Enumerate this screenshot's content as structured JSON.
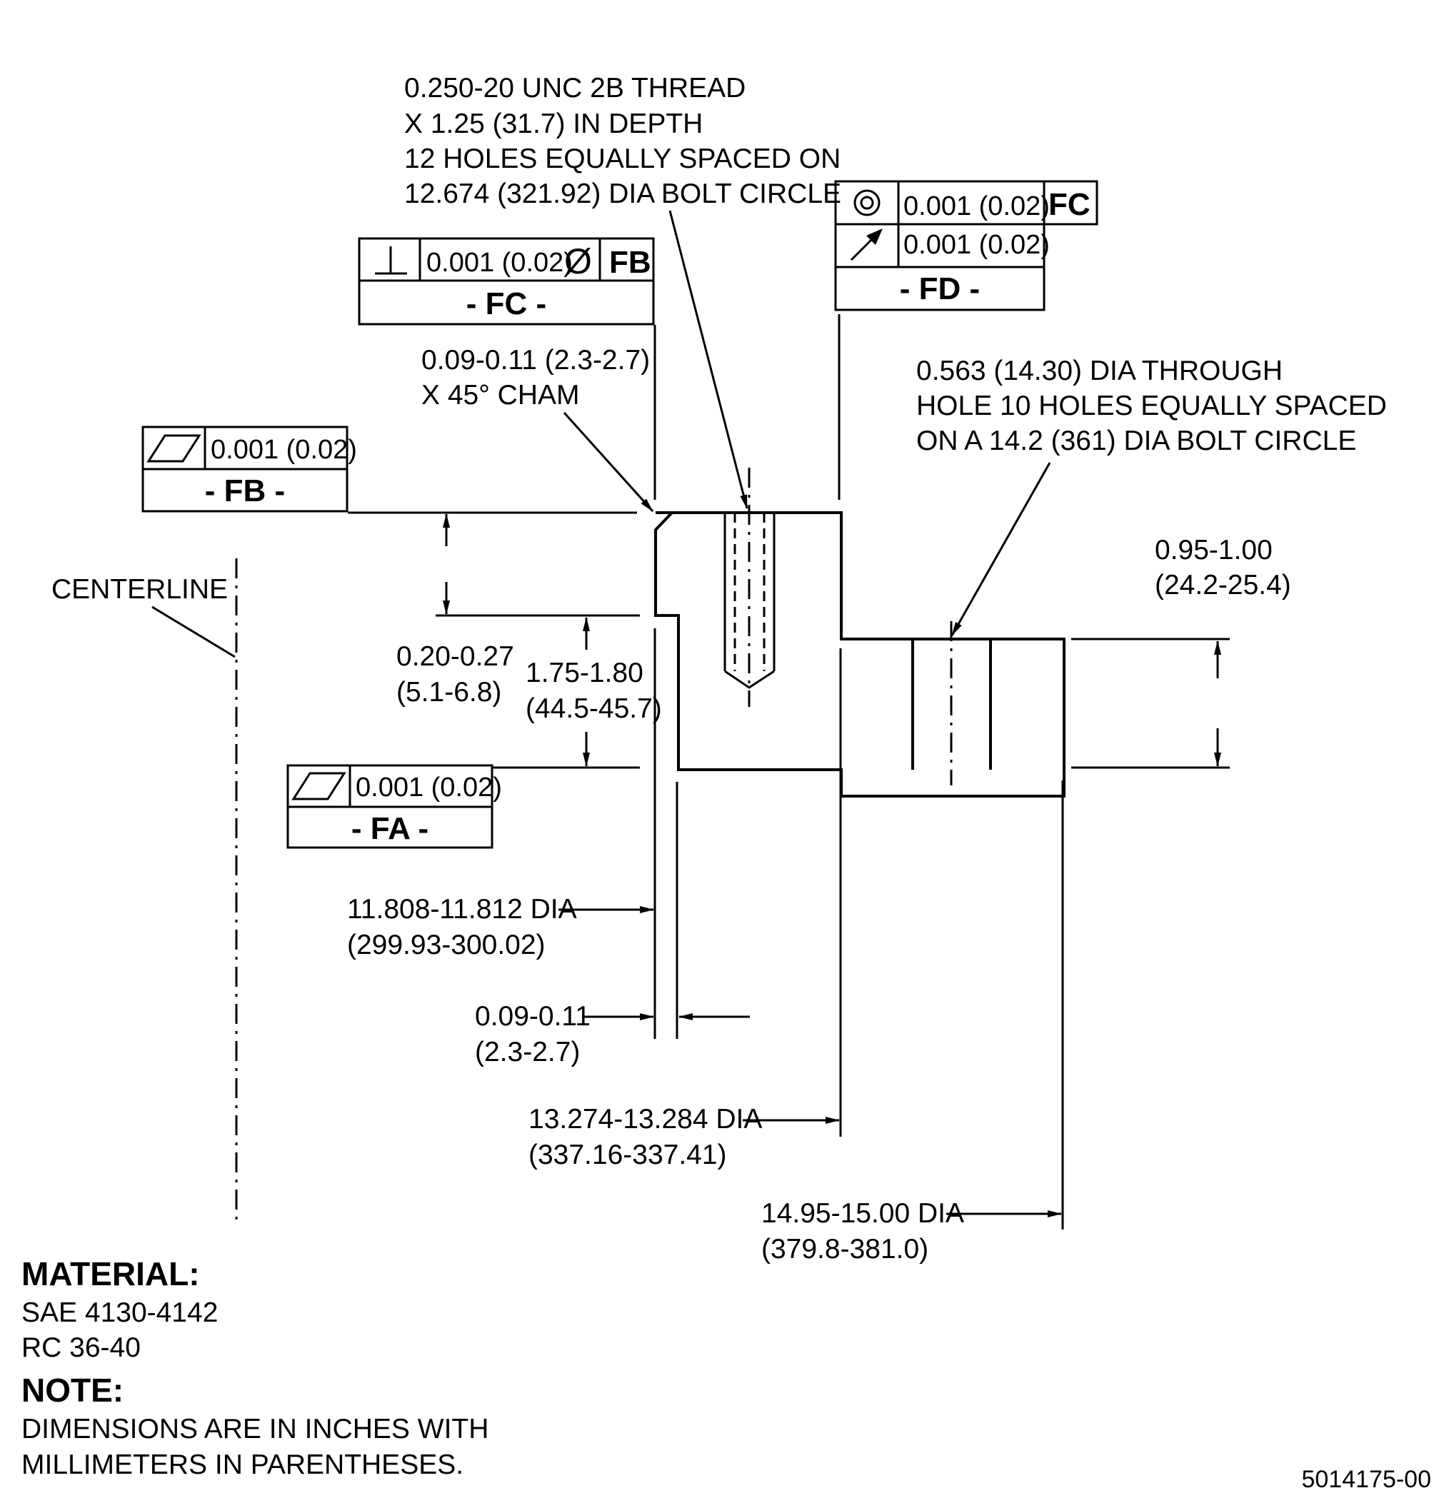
{
  "callouts": {
    "thread": [
      "0.250-20 UNC 2B THREAD",
      "X 1.25 (31.7) IN DEPTH",
      "12 HOLES EQUALLY SPACED ON",
      "12.674 (321.92) DIA BOLT CIRCLE"
    ],
    "chamfer": [
      "0.09-0.11 (2.3-2.7)",
      "X 45° CHAM"
    ],
    "through_hole": [
      "0.563 (14.30) DIA THROUGH",
      "HOLE 10 HOLES EQUALLY SPACED",
      "ON A 14.2 (361) DIA BOLT CIRCLE"
    ],
    "centerline": "CENTERLINE"
  },
  "feature_control_frames": {
    "fc": {
      "symbol": "perpendicularity-icon",
      "tolerance": "0.001 (0.02)",
      "modifier": "Ø",
      "datum_ref": "FB",
      "datum_label": "- FC -"
    },
    "fd": {
      "row1_symbol": "concentricity-icon",
      "row1_tolerance": "0.001 (0.02)",
      "row1_datum": "FC",
      "row2_symbol": "runout-icon",
      "row2_tolerance": "0.001 (0.02)",
      "datum_label": "- FD -"
    },
    "fb": {
      "symbol": "flatness-icon",
      "tolerance": "0.001 (0.02)",
      "datum_label": "- FB -"
    },
    "fa": {
      "symbol": "flatness-icon",
      "tolerance": "0.001 (0.02)",
      "datum_label": "- FA -"
    }
  },
  "dimensions": {
    "step_height": [
      "0.20-0.27",
      "(5.1-6.8)"
    ],
    "hub_height": [
      "1.75-1.80",
      "(44.5-45.7)"
    ],
    "flange_thickness": [
      "0.95-1.00",
      "(24.2-25.4)"
    ],
    "inner_dia": [
      "11.808-11.812 DIA",
      "(299.93-300.02)"
    ],
    "pilot_width": [
      "0.09-0.11",
      "(2.3-2.7)"
    ],
    "hub_dia": [
      "13.274-13.284 DIA",
      "(337.16-337.41)"
    ],
    "outer_dia": [
      "14.95-15.00 DIA",
      "(379.8-381.0)"
    ]
  },
  "notes": {
    "material_heading": "MATERIAL:",
    "material_lines": [
      "SAE 4130-4142",
      "RC 36-40"
    ],
    "note_heading": "NOTE:",
    "note_lines": [
      "DIMENSIONS ARE IN INCHES WITH",
      "MILLIMETERS IN PARENTHESES."
    ]
  },
  "drawing_number": "5014175-00"
}
